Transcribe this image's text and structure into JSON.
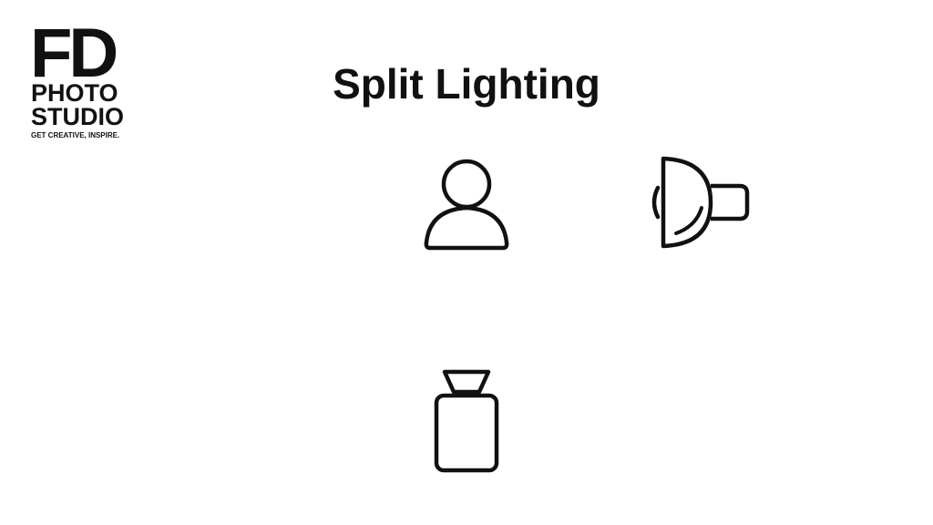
{
  "logo": {
    "line1": "FD",
    "line2": "PHOTO",
    "line3": "STUDIO",
    "tagline": "GET CREATIVE, INSPIRE."
  },
  "title": "Split Lighting",
  "diagram": {
    "elements": [
      {
        "role": "subject",
        "icon": "person-icon"
      },
      {
        "role": "light",
        "icon": "studio-light-icon"
      },
      {
        "role": "camera",
        "icon": "camera-icon"
      }
    ]
  },
  "colors": {
    "background": "#ffffff",
    "ink": "#111111"
  }
}
